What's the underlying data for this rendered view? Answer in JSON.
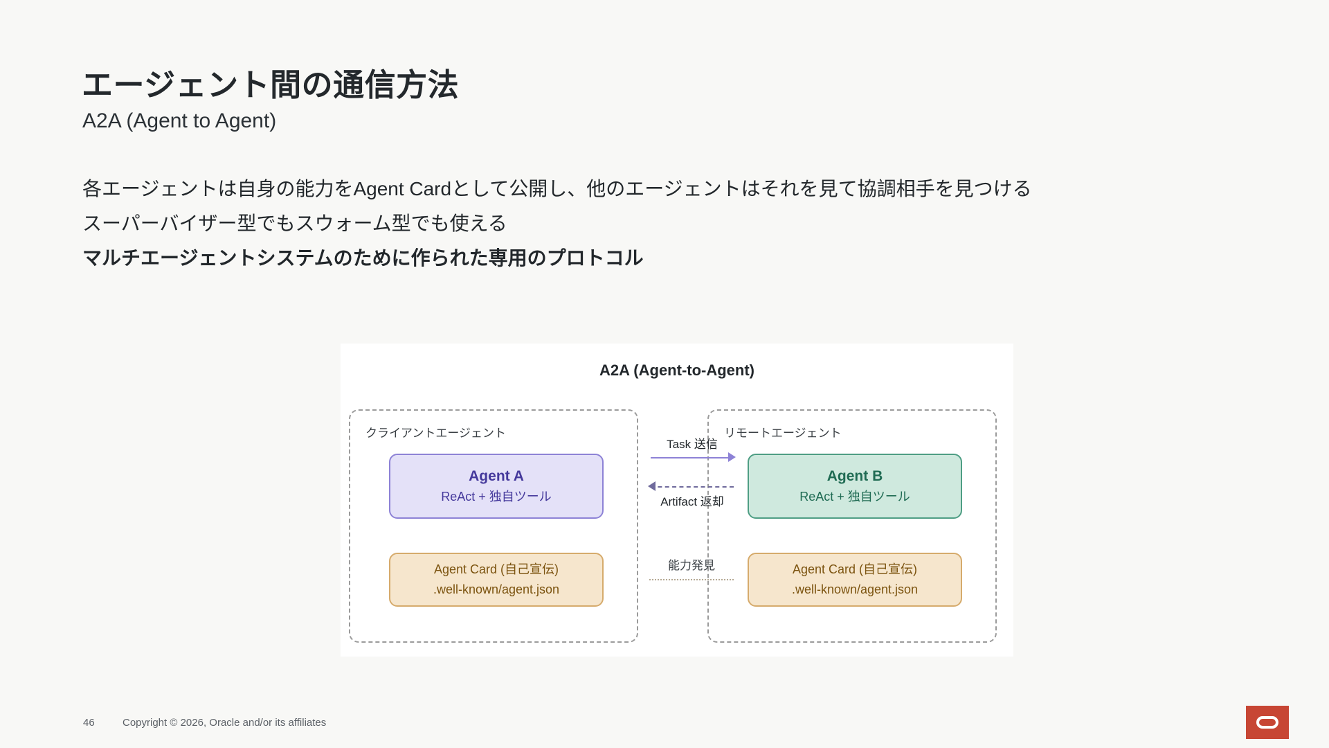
{
  "slide": {
    "title": "エージェント間の通信方法",
    "subtitle": "A2A (Agent to Agent)",
    "body_lines": [
      "各エージェントは自身の能力をAgent Cardとして公開し、他のエージェントはそれを見て協調相手を見つける",
      "スーパーバイザー型でもスウォーム型でも使える",
      "マルチエージェントシステムのために作られた専用のプロトコル"
    ]
  },
  "diagram": {
    "title": "A2A (Agent-to-Agent)",
    "groups": [
      {
        "label": "クライアントエージェント",
        "agent": {
          "title": "Agent A",
          "subtitle": "ReAct + 独自ツール"
        },
        "card": {
          "title": "Agent Card (自己宣伝)",
          "subtitle": ".well-known/agent.json"
        }
      },
      {
        "label": "リモートエージェント",
        "agent": {
          "title": "Agent B",
          "subtitle": "ReAct + 独自ツール"
        },
        "card": {
          "title": "Agent Card (自己宣伝)",
          "subtitle": ".well-known/agent.json"
        }
      }
    ],
    "connectors": {
      "task": "Task 送信",
      "artifact": "Artifact 返却",
      "discovery": "能力発見"
    }
  },
  "footer": {
    "page_number": "46",
    "copyright": "Copyright © 2026, Oracle and/or its affiliates",
    "logo_name": "oracle-logo"
  },
  "colors": {
    "background": "#f8f8f6",
    "panel": "#ffffff",
    "agent_a_fill": "#e4e1f8",
    "agent_a_border": "#8d82d6",
    "agent_a_text": "#45399c",
    "agent_b_fill": "#cfe9de",
    "agent_b_border": "#4e9e84",
    "agent_b_text": "#1f6b53",
    "card_fill": "#f6e6cd",
    "card_border": "#d6ab6c",
    "card_text": "#7c5410",
    "group_border": "#9b9b9b",
    "oracle_red": "#c74634"
  }
}
